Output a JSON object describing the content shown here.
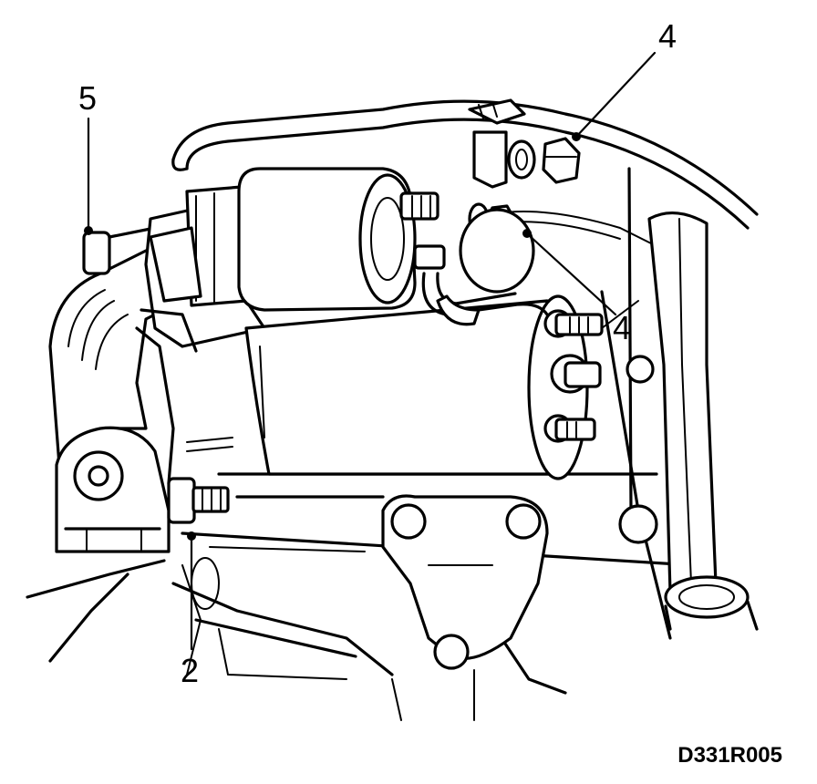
{
  "figure_code": "D331R005",
  "callouts": {
    "c5": "5",
    "c4_top": "4",
    "c4_mid": "4",
    "c2": "2"
  },
  "colors": {
    "line": "#000000",
    "background": "#ffffff"
  }
}
